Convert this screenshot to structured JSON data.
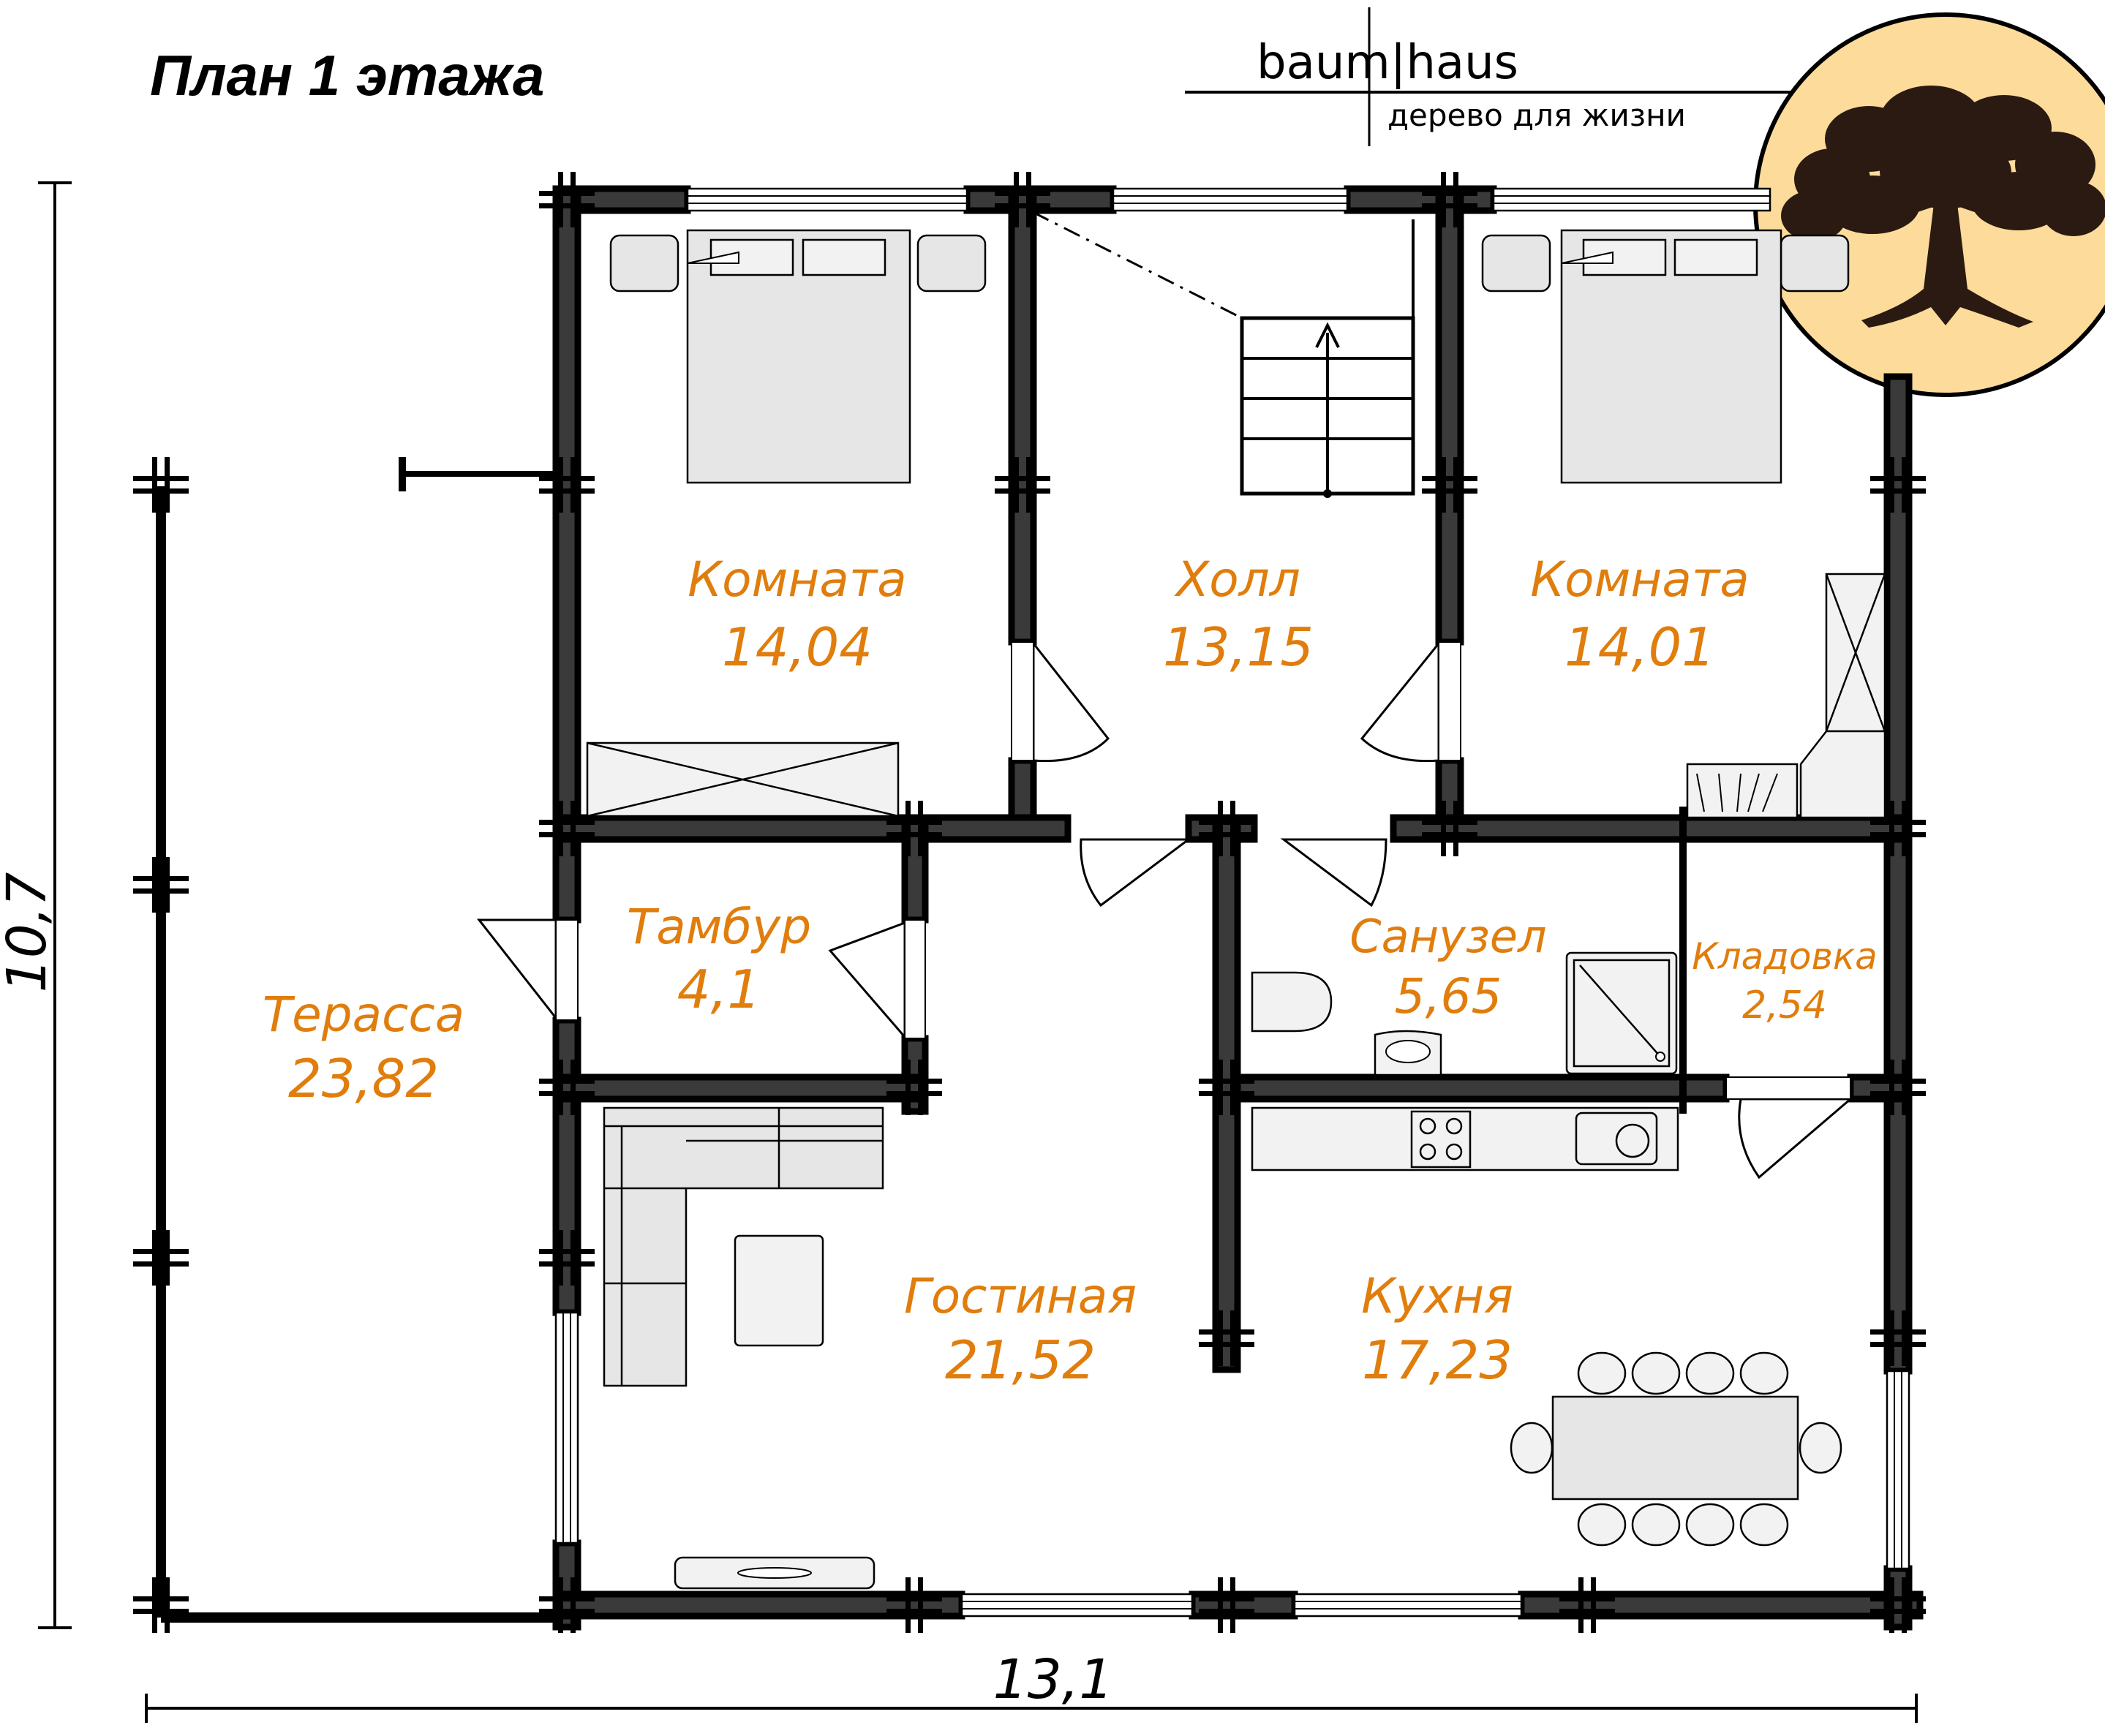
{
  "title": "План 1 этажа",
  "brand": {
    "name": "baum|haus",
    "tagline": "дерево для жизни",
    "logo_icon": "tree-logo-icon",
    "logo_color": "#fddb9a",
    "logo_ink": "#2b1a12"
  },
  "dimensions": {
    "width": "13,1",
    "height": "10,7"
  },
  "label_color": "#e07d0c",
  "wall_color": "#3a3a3a",
  "rooms": [
    {
      "id": "room-left",
      "name": "Комната",
      "area": "14,04"
    },
    {
      "id": "hall",
      "name": "Холл",
      "area": "13,15"
    },
    {
      "id": "room-right",
      "name": "Комната",
      "area": "14,01"
    },
    {
      "id": "vestibule",
      "name": "Тамбур",
      "area": "4,1"
    },
    {
      "id": "bathroom",
      "name": "Санузел",
      "area": "5,65"
    },
    {
      "id": "pantry",
      "name": "Кладовка",
      "area": "2,54"
    },
    {
      "id": "terrace",
      "name": "Терасса",
      "area": "23,82"
    },
    {
      "id": "living",
      "name": "Гостиная",
      "area": "21,52"
    },
    {
      "id": "kitchen",
      "name": "Кухня",
      "area": "17,23"
    }
  ]
}
